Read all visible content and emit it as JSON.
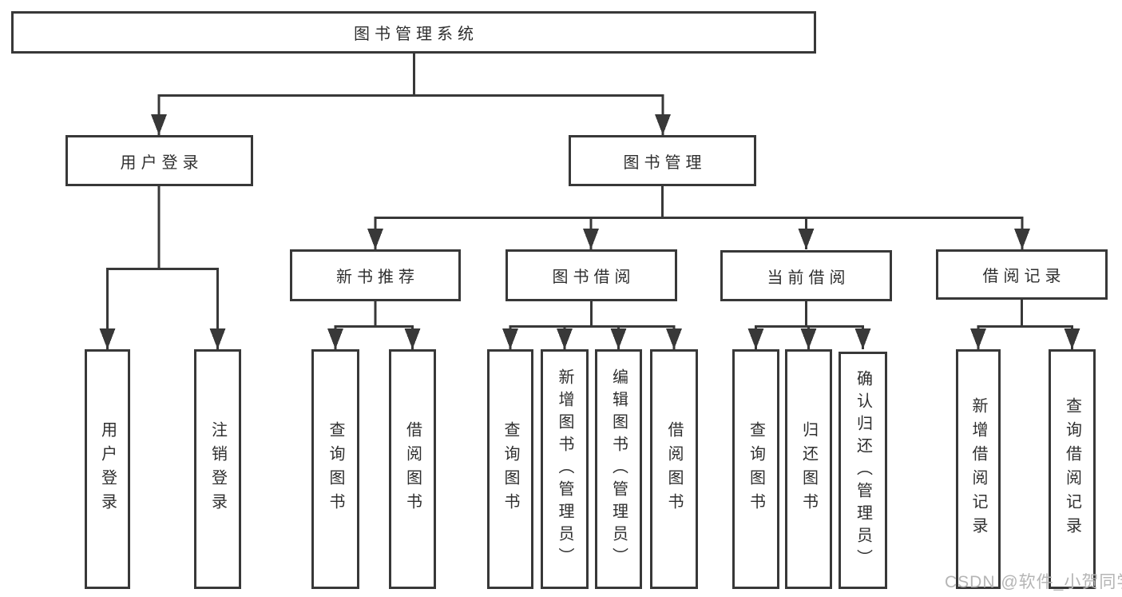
{
  "root": {
    "label": "图书管理系统"
  },
  "user_branch": {
    "label": "用户登录",
    "children": [
      {
        "label": "用户登录"
      },
      {
        "label": "注销登录"
      }
    ]
  },
  "book_branch": {
    "label": "图书管理",
    "groups": [
      {
        "label": "新书推荐",
        "children": [
          {
            "label": "查询图书"
          },
          {
            "label": "借阅图书"
          }
        ]
      },
      {
        "label": "图书借阅",
        "children": [
          {
            "label": "查询图书"
          },
          {
            "label": "新增图书（管理员）"
          },
          {
            "label": "编辑图书（管理员）"
          },
          {
            "label": "借阅图书"
          }
        ]
      },
      {
        "label": "当前借阅",
        "children": [
          {
            "label": "查询图书"
          },
          {
            "label": "归还图书"
          },
          {
            "label": "确认归还（管理员）"
          }
        ]
      },
      {
        "label": "借阅记录",
        "children": [
          {
            "label": "新增借阅记录"
          },
          {
            "label": "查询借阅记录"
          }
        ]
      }
    ]
  },
  "watermark": {
    "text": "CSDN @软件_小贺同学",
    "color": "#b5b5b5"
  },
  "colors": {
    "line": "#383838",
    "text": "#2f2f2f",
    "background": "#ffffff"
  }
}
